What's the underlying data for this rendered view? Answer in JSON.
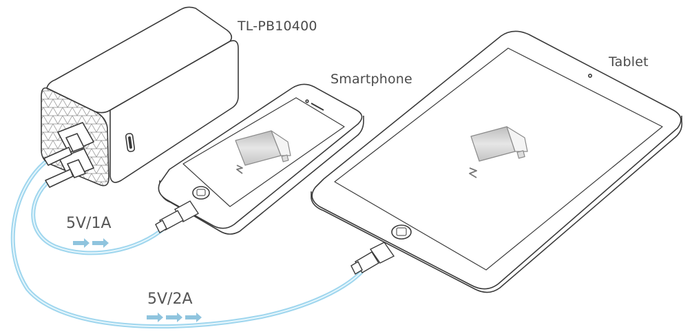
{
  "labels": {
    "powerbank": "TL-PB10400",
    "smartphone": "Smartphone",
    "tablet": "Tablet",
    "rate_phone": "5V/1A",
    "rate_tablet": "5V/2A"
  },
  "colors": {
    "outline": "#3a3a3a",
    "cable_glow": "#9fd6ee",
    "cable_core": "#d8f0fa",
    "arrow": "#8fc4de",
    "battery_fill": "#cfcfcf",
    "pattern": "#8a8a8a"
  },
  "icons": {
    "battery": "battery-icon",
    "charge": "lightning-icon",
    "arrows": "flow-arrow-icon"
  }
}
